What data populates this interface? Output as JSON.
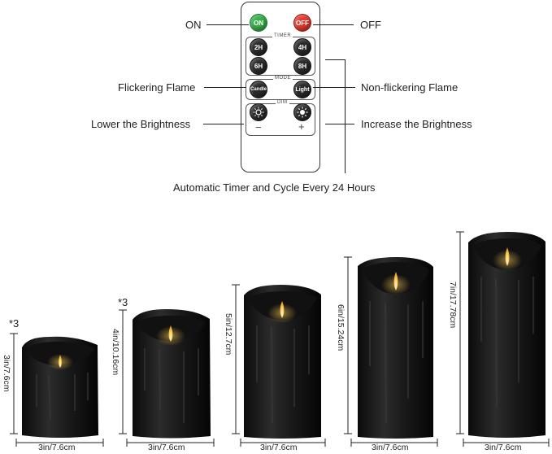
{
  "remote": {
    "on_label": "ON",
    "off_label": "OFF",
    "timer_label": "TIMER",
    "timer_buttons": [
      "2H",
      "4H",
      "6H",
      "8H"
    ],
    "mode_label": "MODE",
    "mode_buttons": [
      "Candle",
      "Light"
    ],
    "dim_label": "DIM",
    "minus": "−",
    "plus": "+"
  },
  "callouts": {
    "on": "ON",
    "off": "OFF",
    "flickering": "Flickering Flame",
    "non_flickering": "Non-flickering Flame",
    "lower": "Lower the Brightness",
    "increase": "Increase the Brightness",
    "timer_note": "Automatic Timer and Cycle Every 24 Hours"
  },
  "candles": [
    {
      "height": "3in/7.6cm",
      "width": "3in/7.6cm",
      "qty": "*3"
    },
    {
      "height": "4in/10.16cm",
      "width": "3in/7.6cm",
      "qty": "*3"
    },
    {
      "height": "5in/12.7cm",
      "width": "3in/7.6cm",
      "qty": ""
    },
    {
      "height": "6in/15.24cm",
      "width": "3in/7.6cm",
      "qty": ""
    },
    {
      "height": "7in/17.78cm",
      "width": "3in/7.6cm",
      "qty": ""
    }
  ],
  "colors": {
    "candle": "#1a1a1a",
    "flame": "#ffcf5a",
    "on_button": "#36b04a",
    "off_button": "#e23a2f"
  }
}
